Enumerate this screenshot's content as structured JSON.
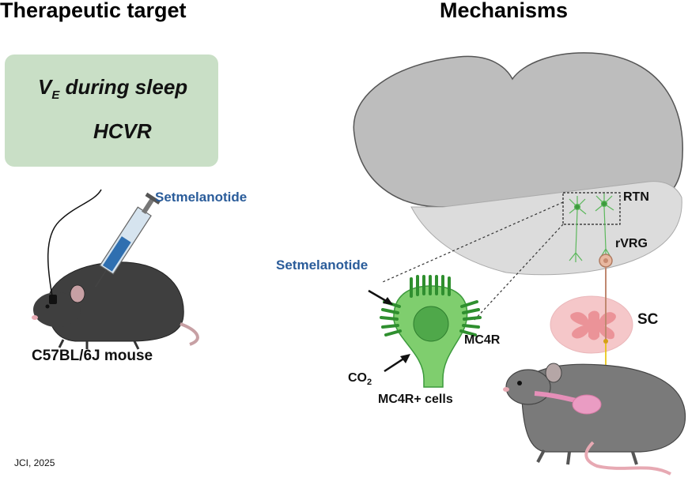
{
  "left": {
    "heading": "Therapeutic target",
    "box": {
      "line1_main": "V",
      "line1_sub": "E",
      "line1_rest": " during sleep",
      "line2": "HCVR"
    },
    "drug_label": "Setmelanotide",
    "mouse_label": "C57BL/6J mouse"
  },
  "right": {
    "heading": "Mechanisms",
    "drug_label": "Setmelanotide",
    "rtn_label": "RTN",
    "rvrg_label": "rVRG",
    "sc_label": "SC",
    "mc4r_label": "MC4R",
    "co2_main": "CO",
    "co2_sub": "2",
    "cells_label": "MC4R+ cells"
  },
  "footer": {
    "citation": "JCI, 2025"
  },
  "colors": {
    "box_fill": "#c9dfc6",
    "drug_text": "#2a5c9a",
    "neuron_green": "#5cb85c",
    "brain_gray": "#bdbdbd",
    "spinal_pink": "#f2b5b8"
  }
}
